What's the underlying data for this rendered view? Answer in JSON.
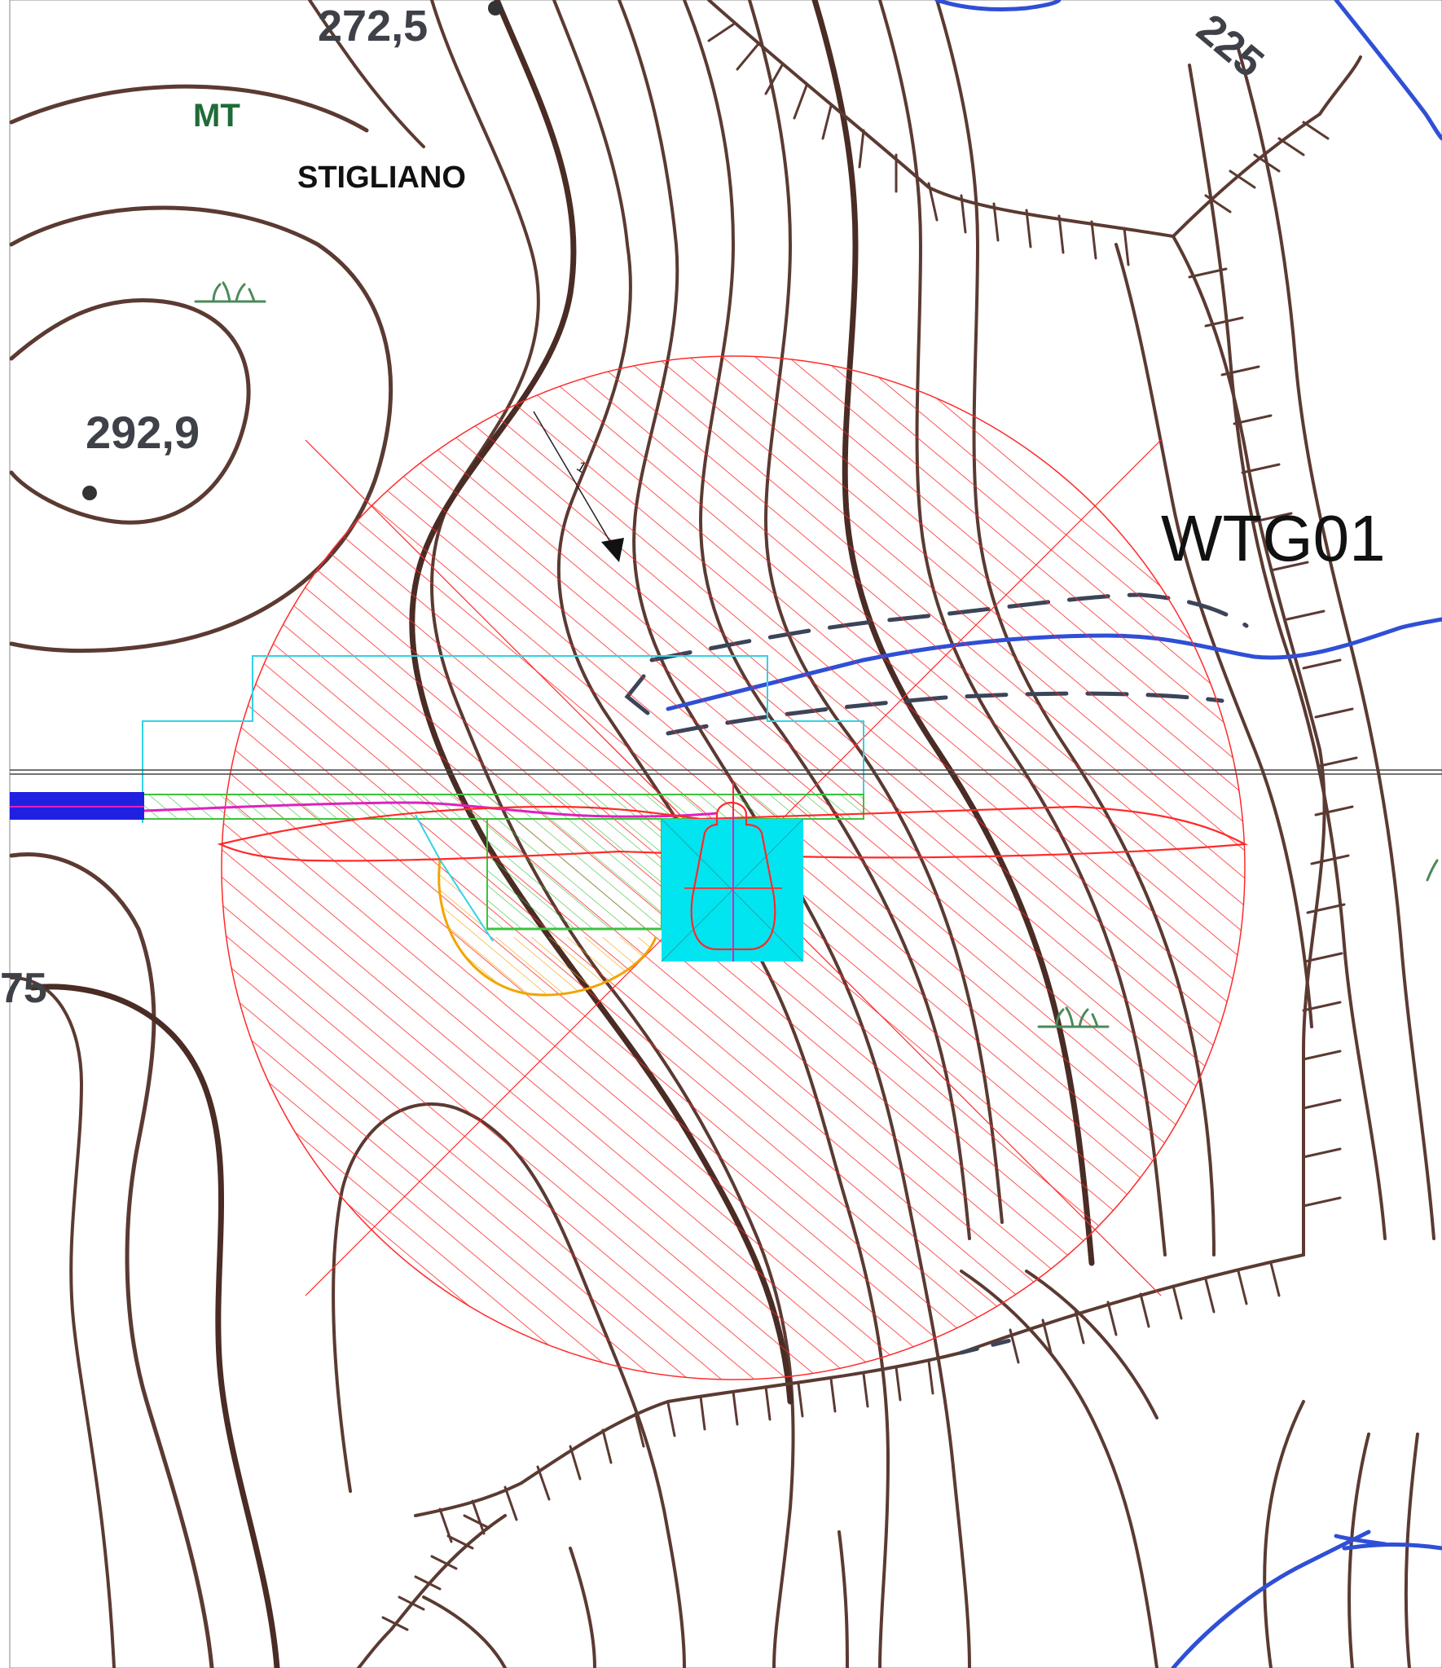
{
  "labels": {
    "region_code": "MT",
    "municipality": "STIGLIANO",
    "turbine_id": "WTG01",
    "section_marker": "1"
  },
  "spot_heights": [
    {
      "label": "272,5"
    },
    {
      "label": "292,9"
    }
  ],
  "contour_labels": [
    {
      "label": "225"
    },
    {
      "label": "75"
    }
  ],
  "vegetation_symbols": [
    {
      "kind": "grass-icon"
    },
    {
      "kind": "grass-icon"
    },
    {
      "kind": "grass-icon"
    }
  ],
  "colors": {
    "contour": "#5b3a32",
    "contour_index": "#4a2c25",
    "stream": "#2f4fd6",
    "dashed_track": "#3b4458",
    "rotor_area": "#ff2a2a",
    "crane_pad_outline": "#2fd3e6",
    "foundation": "#00e5f0",
    "access_road": "#3cc23c",
    "excavation": "#f0a500",
    "cable_route": "#2020e0",
    "cable_magenta": "#e020c0",
    "region_label": "#1f6b37",
    "vegetation": "#4a8a5a"
  }
}
